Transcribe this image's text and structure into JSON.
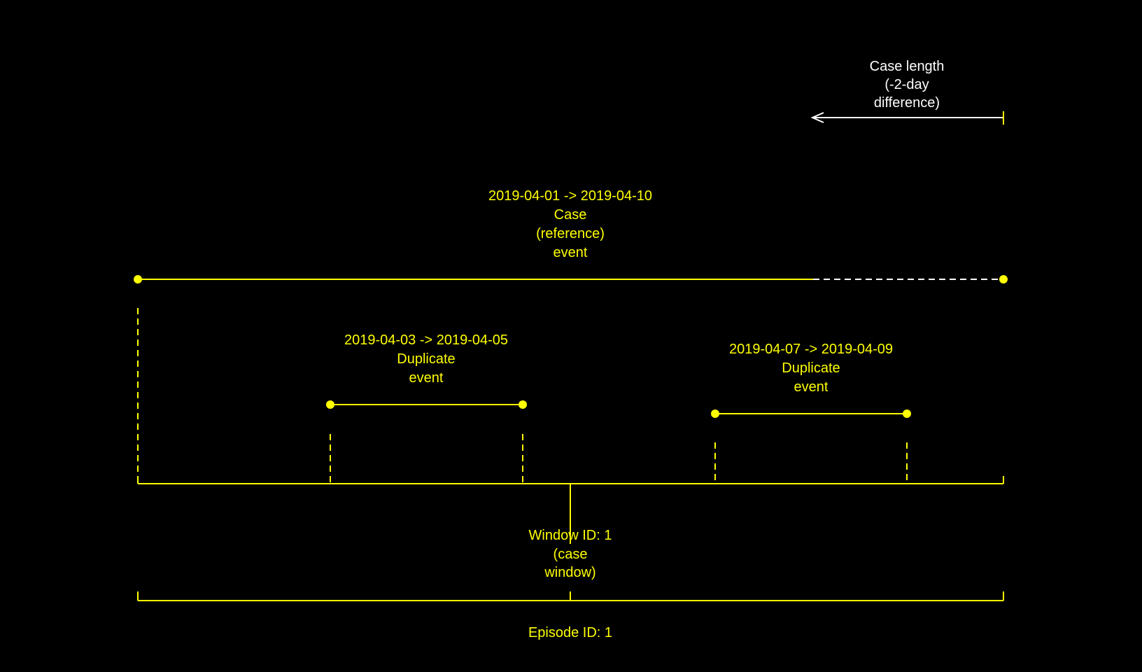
{
  "colors": {
    "background": "#000000",
    "primary": "#ffff00",
    "annotation": "#ffffff"
  },
  "case_length": {
    "lines": [
      "Case length",
      "(-2-day",
      "difference)"
    ]
  },
  "events": [
    {
      "role": "case",
      "lines": [
        "2019-04-01 -> 2019-04-10",
        "Case",
        "(reference)",
        "event"
      ]
    },
    {
      "role": "duplicate-1",
      "lines": [
        "2019-04-03 -> 2019-04-05",
        "Duplicate",
        "event"
      ]
    },
    {
      "role": "duplicate-2",
      "lines": [
        "2019-04-07 -> 2019-04-09",
        "Duplicate",
        "event"
      ]
    }
  ],
  "window": {
    "lines": [
      "Window ID: 1",
      "(case",
      "window)"
    ]
  },
  "episode": {
    "label": "Episode ID: 1"
  }
}
